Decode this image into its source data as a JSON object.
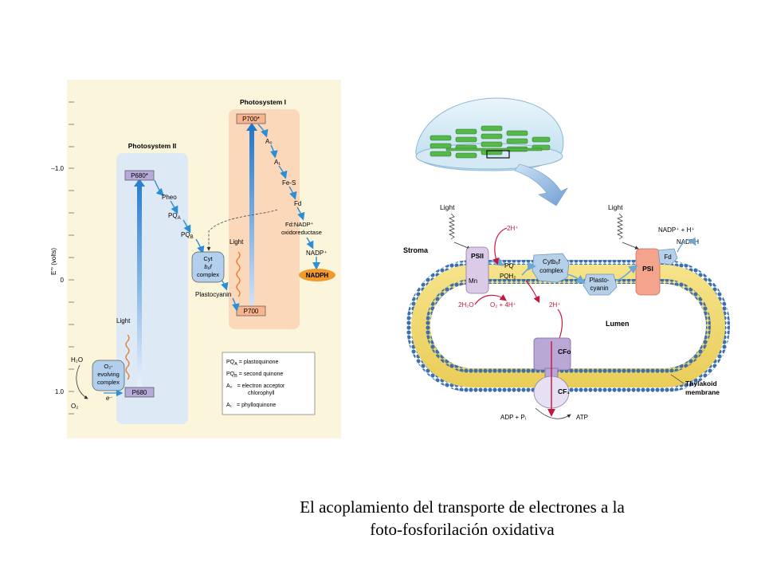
{
  "zscheme": {
    "axis_label": "E′° (volts)",
    "ticks": [
      "–1.0",
      "0",
      "1.0"
    ],
    "ps2_title": "Photosystem II",
    "ps1_title": "Photosystem I",
    "p680_star": "P680*",
    "p680": "P680",
    "p700_star": "P700*",
    "p700": "P700",
    "pheo": "Pheo",
    "pqa": "PQ",
    "pqa_sub": "A",
    "pqb": "PQ",
    "pqb_sub": "B",
    "cyt_l1": "Cyt",
    "cyt_l2": "b₆f",
    "cyt_l3": "complex",
    "plastocyanin": "Plastocyanin",
    "light_ps2": "Light",
    "light_ps1": "Light",
    "a0": "A₀",
    "a1": "A₁",
    "fes": "Fe-S",
    "fd": "Fd",
    "fnr_l1": "Fd:NADP⁺",
    "fnr_l2": "oxidoreductase",
    "nadp": "NADP⁺",
    "nadph": "NADPH",
    "h2o": "H₂O",
    "o2": "O₂",
    "electron": "e⁻",
    "oec_l1": "O₂-",
    "oec_l2": "evolving",
    "oec_l3": "complex",
    "legend": [
      {
        "sym": "PQ",
        "sub": "A",
        "desc": "= plastoquinone"
      },
      {
        "sym": "PQ",
        "sub": "B",
        "desc": "= second quinone"
      },
      {
        "sym": "A₀",
        "sub": "",
        "desc": "= electron acceptor"
      },
      {
        "sym": "",
        "sub": "",
        "desc": "chlorophyll"
      },
      {
        "sym": "A₁",
        "sub": "",
        "desc": "= phylloquinone"
      }
    ]
  },
  "membrane": {
    "light_left": "Light",
    "light_right": "Light",
    "stroma": "Stroma",
    "lumen": "Lumen",
    "thylakoid_l1": "Thylakoid",
    "thylakoid_l2": "membrane",
    "psii": "PSII",
    "psi": "PSI",
    "mn": "Mn",
    "pq": "PQ",
    "pqh2": "PQH₂",
    "cyt_l1": "Cytb₆f",
    "cyt_l2": "complex",
    "plasto_l1": "Plasto-",
    "plasto_l2": "cyanin",
    "fd": "Fd",
    "nadp_h": "NADP⁺ + H⁺",
    "nadph": "NADPH",
    "h_2": "2H⁺",
    "h_2b": "2H⁺",
    "water": "2H₂O",
    "o2_4h": "O₂ + 4H⁺",
    "cfo": "CFo",
    "cf1": "CF₁",
    "adp": "ADP + Pᵢ",
    "atp": "ATP"
  },
  "caption": {
    "line1": "El acoplamiento del transporte de electrones a la",
    "line2": "foto-fosforilación oxidativa"
  }
}
